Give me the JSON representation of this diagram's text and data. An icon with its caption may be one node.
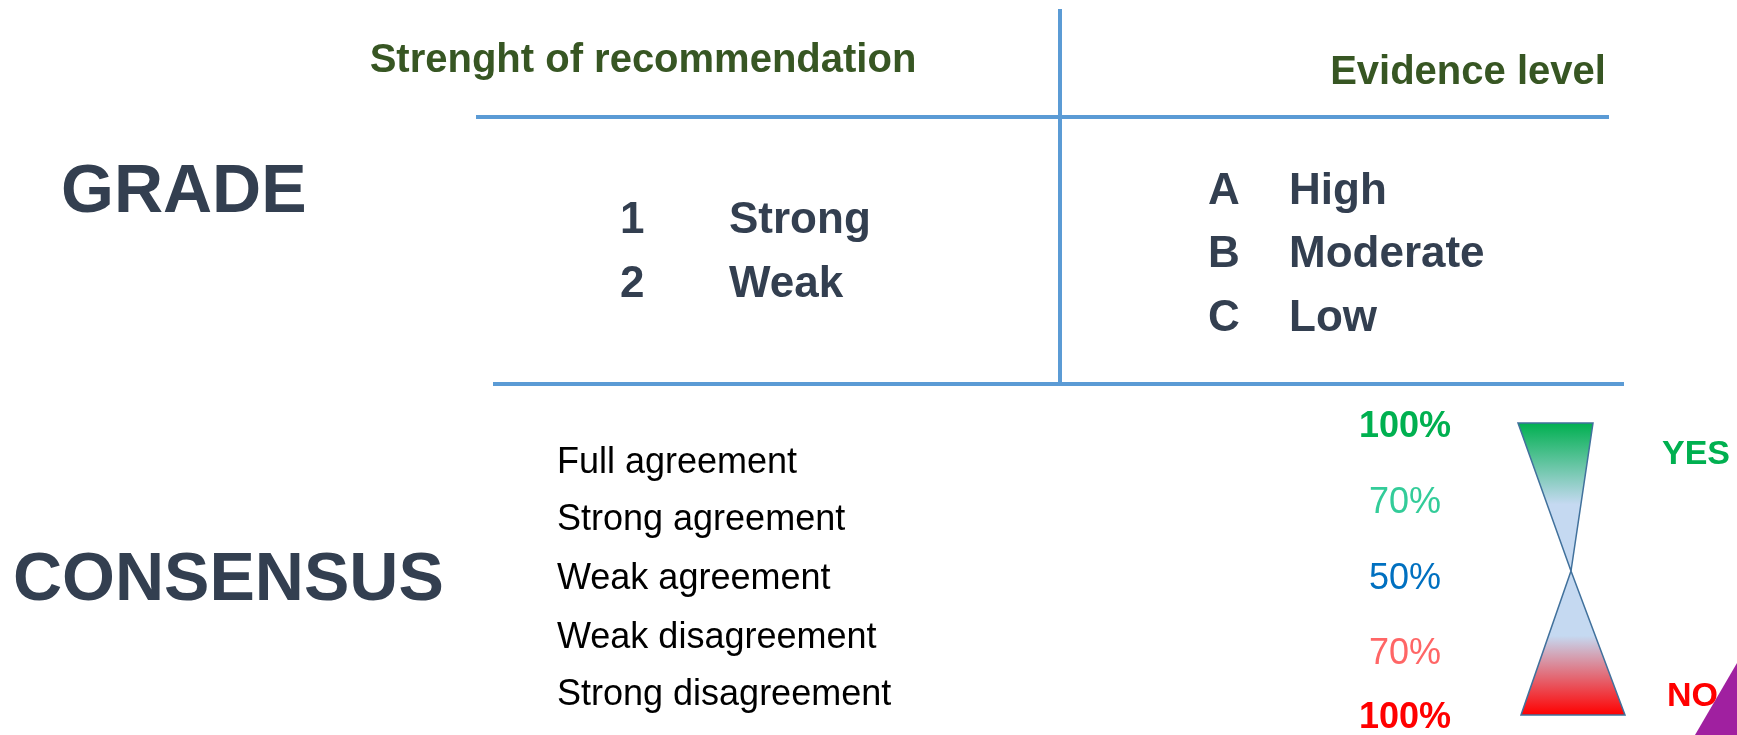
{
  "diagram": {
    "labels": [
      "Strenght of recommendation",
      "Evidence level",
      "GRADE",
      "1",
      "Strong",
      "2",
      "Weak",
      "A",
      "High",
      "B",
      "Moderate",
      "C",
      "Low",
      "CONSENSUS",
      "Full agreement",
      "Strong agreement",
      "Weak agreement",
      "Weak disagreement",
      "Strong disagreement",
      "100%",
      "70%",
      "50%",
      "70%",
      "100%",
      "YES",
      "NO"
    ]
  }
}
